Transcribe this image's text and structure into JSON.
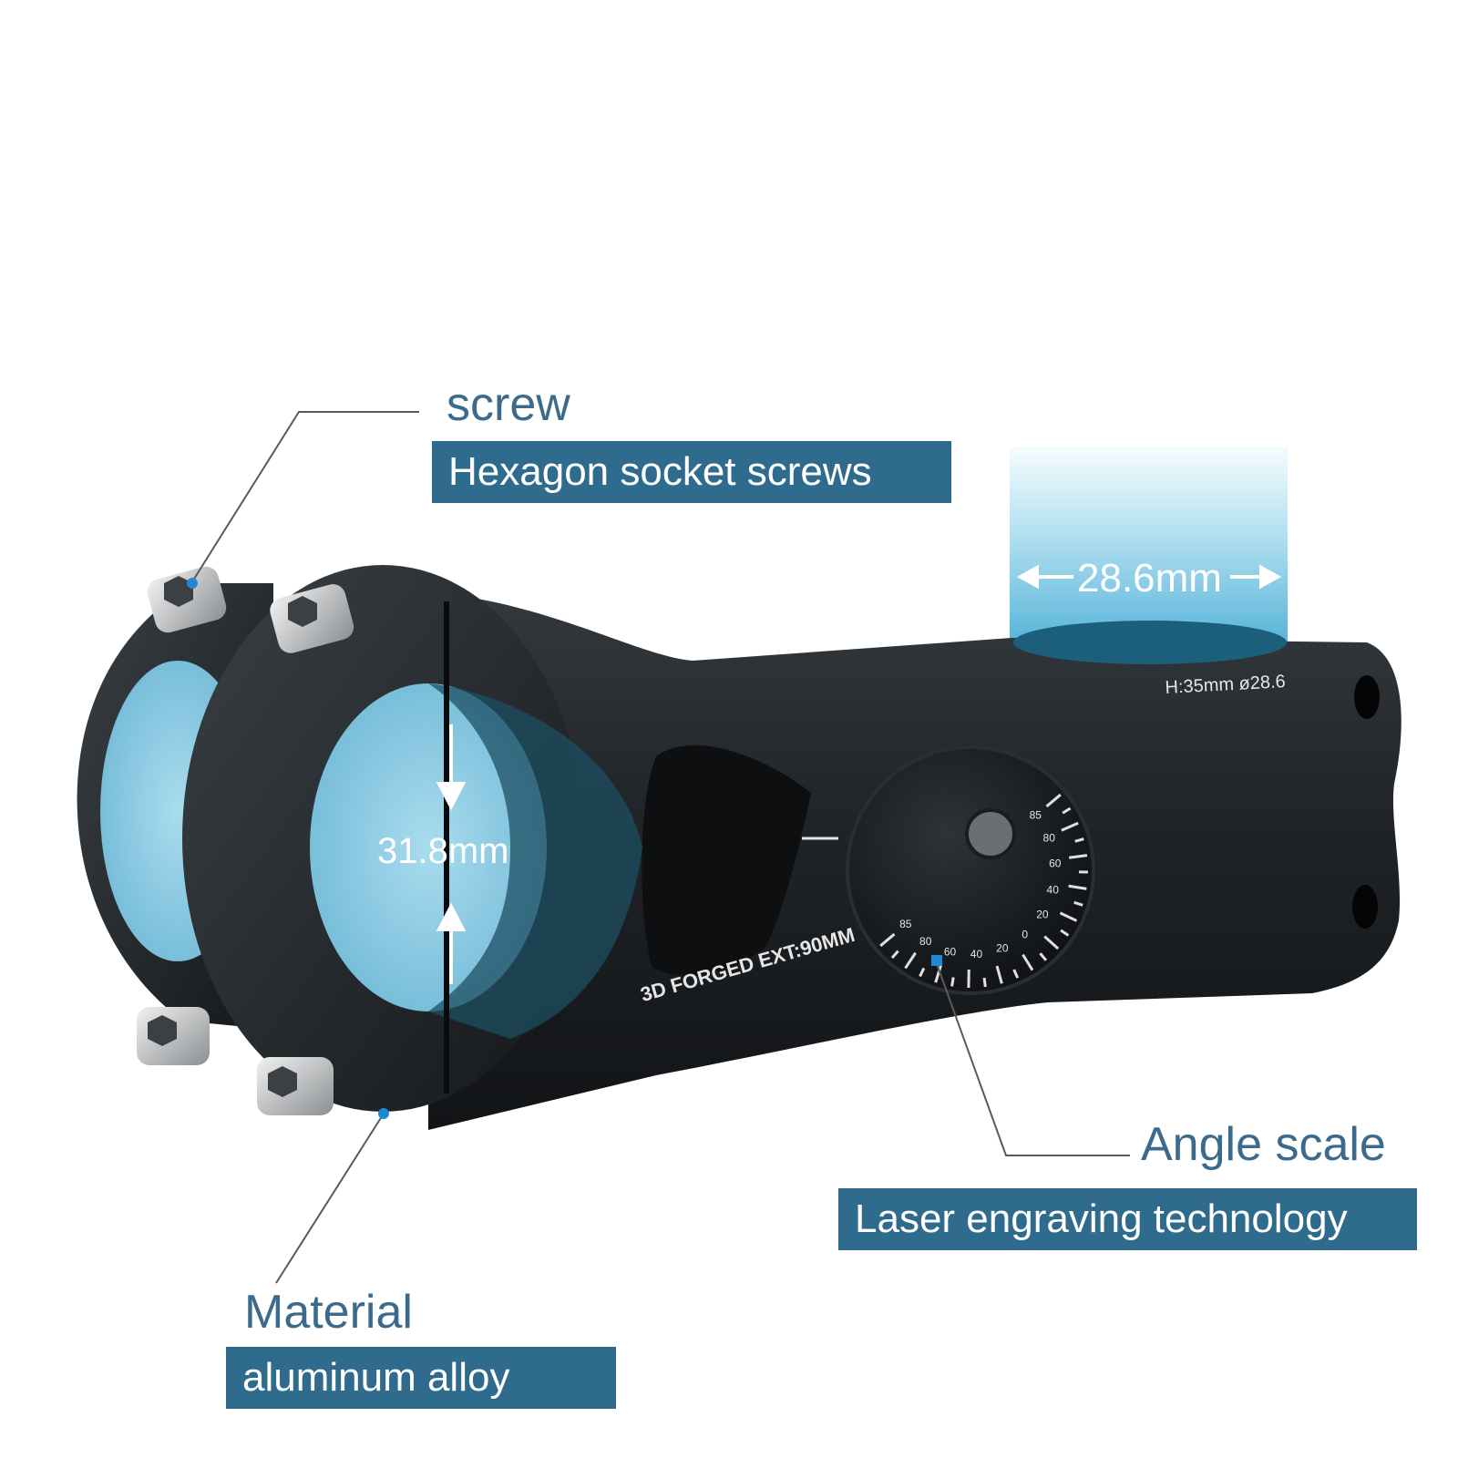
{
  "callouts": {
    "screw": {
      "title": "screw",
      "tag": "Hexagon socket screws"
    },
    "angle": {
      "title": "Angle scale",
      "tag": "Laser engraving technology"
    },
    "material": {
      "title": "Material",
      "tag": "aluminum alloy"
    }
  },
  "dimensions": {
    "clamp_diameter": "31.8mm",
    "steerer_diameter": "28.6mm"
  },
  "engravings": {
    "forged": "3D FORGED EXT:90MM",
    "height": "H:35mm ø28.6",
    "scale_marks": [
      "85",
      "80",
      "60",
      "40",
      "20",
      "0",
      "20",
      "40",
      "60",
      "80",
      "85"
    ]
  },
  "colors": {
    "accent": "#2f6b8d",
    "title_text": "#3b6a8c",
    "body": "#1c1f22",
    "highlight": "#4ab9e0",
    "dot": "#1e8ad6"
  }
}
